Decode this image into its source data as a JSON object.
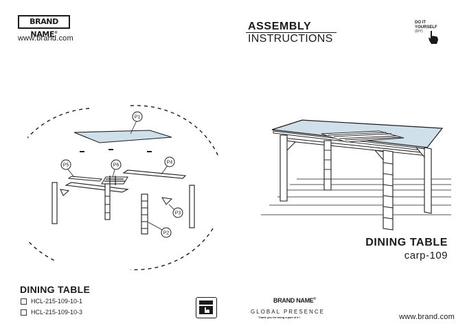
{
  "header": {
    "brand_name": "BRAND NAME",
    "trademark": "®",
    "website": "www.brand.com",
    "title_line1": "ASSEMBLY",
    "title_line2": "INSTRUCTIONS",
    "diy_line1": "DO IT",
    "diy_line2": "YOURSELF",
    "diy_line3": "(DIY)"
  },
  "exploded_view": {
    "parts": [
      "P1",
      "P2",
      "P3",
      "P4",
      "P5",
      "P6"
    ]
  },
  "product": {
    "name": "DINING TABLE",
    "code": "carp-109"
  },
  "parts_list": {
    "title": "DINING TABLE",
    "items": [
      "HCL-215-109-10-1",
      "HCL-215-109-10-3"
    ]
  },
  "footer": {
    "brand_name": "BRAND NAME",
    "trademark": "®",
    "global": "GLOBAL PRESENCE",
    "thanks": "Thank you for being a part of it !",
    "website": "www.brand.com"
  },
  "colors": {
    "ink": "#1a1a1a",
    "glass": "#cfe0ea"
  }
}
